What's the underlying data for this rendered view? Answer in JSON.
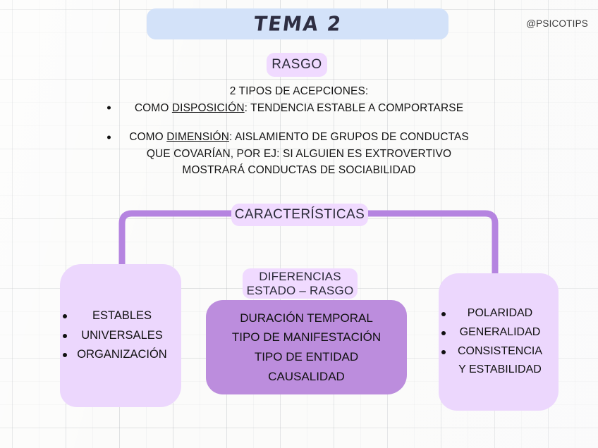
{
  "header": {
    "banner_title": "TEMA 2",
    "watermark": "@PSICOTIPS"
  },
  "topic": {
    "label": "RASGO"
  },
  "intro": {
    "heading": "2 TIPOS DE ACEPCIONES:",
    "bullets": [
      {
        "prefix": "COMO ",
        "underlined": "DISPOSICIÓN",
        "suffix": ": TENDENCIA ESTABLE A COMPORTARSE",
        "extra_lines": []
      },
      {
        "prefix": "COMO ",
        "underlined": "DIMENSIÓN",
        "suffix": ": AISLAMIENTO DE GRUPOS DE CONDUCTAS",
        "extra_lines": [
          "QUE COVARÍAN, POR EJ: SI ALGUIEN ES EXTROVERTIVO",
          "MOSTRARÁ CONDUCTAS DE SOCIABILIDAD"
        ]
      }
    ]
  },
  "branches": {
    "root_label": "CARACTERÍSTICAS",
    "middle_label_line1": "DIFERENCIAS",
    "middle_label_line2": "ESTADO – RASGO",
    "left_items": [
      "ESTABLES",
      "UNIVERSALES",
      "ORGANIZACIÓN"
    ],
    "middle_items": [
      "DURACIÓN TEMPORAL",
      "TIPO DE MANIFESTACIÓN",
      "TIPO DE ENTIDAD",
      "CAUSALIDAD"
    ],
    "right_items": [
      "POLARIDAD",
      "GENERALIDAD",
      "CONSISTENCIA",
      "Y ESTABILIDAD"
    ],
    "right_item_continuation_index": 3
  },
  "colors": {
    "banner_blue": "#d3e2f9",
    "pill_lilac": "#f0daff",
    "box_light_purple": "#ecd7fd",
    "box_dark_purple": "#bc8ddd",
    "connector_purple": "#b584e0",
    "ink": "#161616"
  }
}
